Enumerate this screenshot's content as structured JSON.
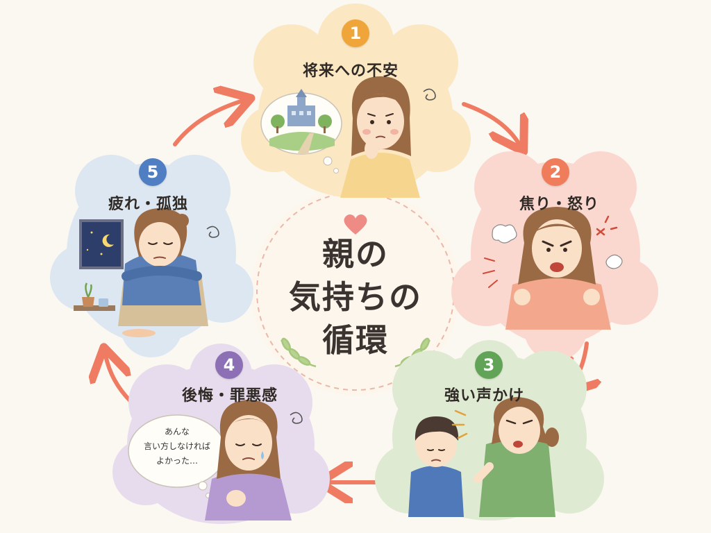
{
  "diagram": {
    "center_title": [
      "親の",
      "気持ちの",
      "循環"
    ],
    "nodes": [
      {
        "number": "1",
        "title": "将来への不安",
        "badge_color": "#f0a53a"
      },
      {
        "number": "2",
        "title": "焦り・怒り",
        "badge_color": "#ef7d5b"
      },
      {
        "number": "3",
        "title": "強い声かけ",
        "badge_color": "#62a457"
      },
      {
        "number": "4",
        "title": "後悔・罪悪感",
        "badge_color": "#8c6fb4"
      },
      {
        "number": "5",
        "title": "疲れ・孤独",
        "badge_color": "#4f7fc2"
      }
    ],
    "speech_bubble": [
      "あんな",
      "言い方しなければ",
      "よかった…"
    ],
    "colors": {
      "arrow": "#ee7b62",
      "heart": "#ee8b84",
      "leaf": "#a6c77c",
      "blob_1": "#fbe7c2",
      "blob_2": "#fbd8cf",
      "blob_3": "#dfead2",
      "blob_4": "#e7dced",
      "blob_5": "#dde7f1"
    },
    "illustrations": [
      "worried-mother-with-school-thought-icon",
      "angry-mother-icon",
      "mother-scolding-child-icon",
      "regretful-mother-icon",
      "tired-mother-hugging-knees-icon"
    ]
  }
}
